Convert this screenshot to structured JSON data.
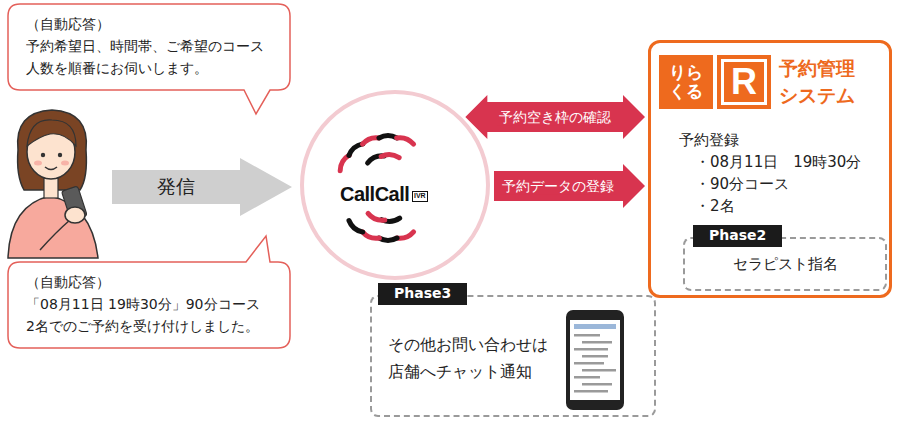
{
  "diagram": {
    "nodes": [
      {
        "text": [
          "（自動応答）",
          "予約希望日、時間帯、ご希望のコース 人数を順番にお伺いします。"
        ]
      },
      {
        "text": [
          "発信"
        ]
      },
      {
        "text": [
          "CallCall",
          "IVR"
        ]
      },
      {
        "text": [
          "りらくる",
          "R",
          "予約管理 システム",
          "予約登録",
          "・08月11日　19時30分",
          "・90分コース",
          "・2名"
        ]
      },
      {
        "text": [
          "Phase2",
          "セラピスト指名"
        ],
        "in": 3
      },
      {
        "text": [
          "（自動応答）",
          "「08月11日 19時30分」90分コース 2名でのご予約を受け付けしました。"
        ]
      },
      {
        "text": [
          "Phase3",
          "その他お問い合わせは 店舗へチャット通知"
        ]
      }
    ],
    "edges": [
      {
        "from": 2,
        "to": 3,
        "arrow": "both",
        "label": "予約空き枠の確認"
      },
      {
        "from": 2,
        "to": 3,
        "arrow": "to",
        "label": "予約データの登録"
      }
    ]
  }
}
